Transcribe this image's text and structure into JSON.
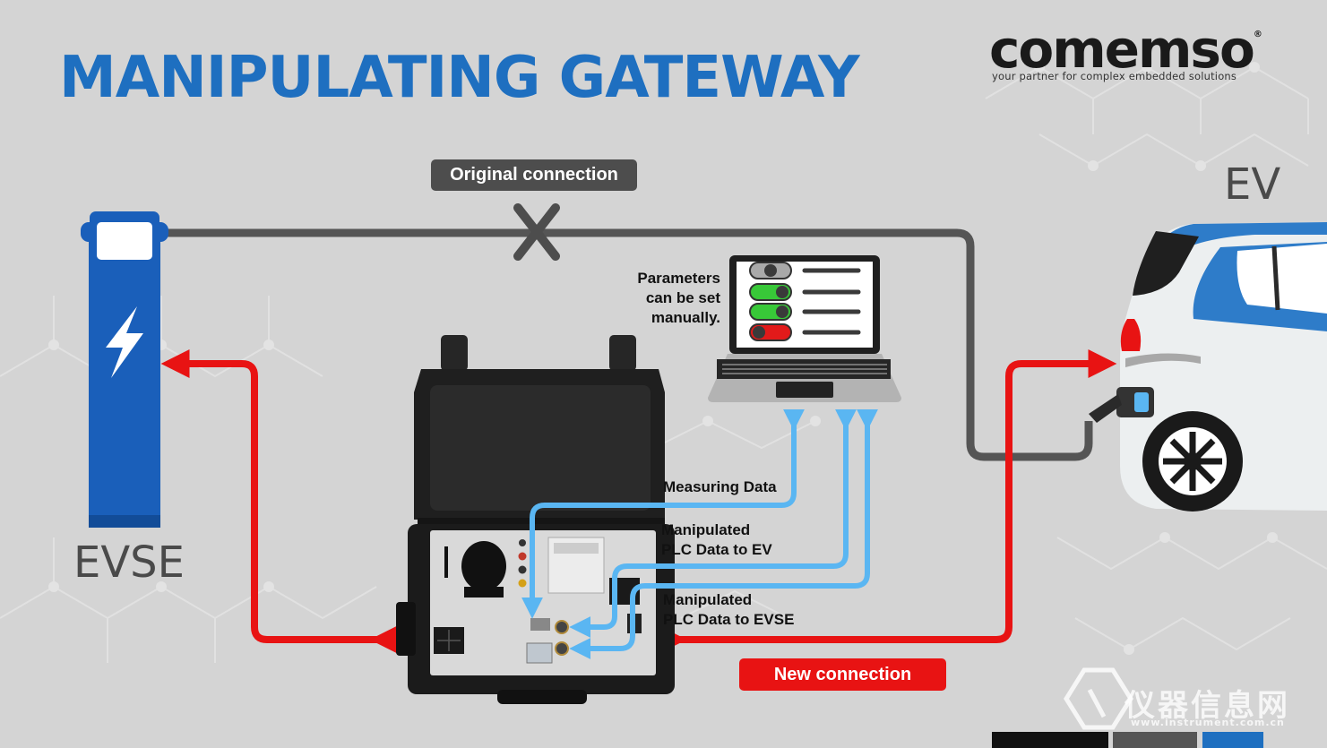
{
  "title": "MANIPULATING GATEWAY",
  "logo": {
    "name": "comemso",
    "tagline": "your partner for complex embedded solutions"
  },
  "labels": {
    "original_connection": "Original connection",
    "new_connection": "New connection",
    "evse": "EVSE",
    "ev": "EV",
    "parameters": [
      "Parameters",
      "can be set",
      "manually."
    ],
    "measuring_data": "Measuring Data",
    "plc_to_ev": [
      "Manipulated",
      "PLC Data to EV"
    ],
    "plc_to_evse": [
      "Manipulated",
      "PLC Data to EVSE"
    ]
  },
  "laptop_toggles": [
    {
      "state": "off",
      "color": "#a9a9a9"
    },
    {
      "state": "on",
      "color": "#38c838"
    },
    {
      "state": "on",
      "color": "#38c838"
    },
    {
      "state": "off",
      "color": "#e21a1a"
    }
  ],
  "watermark": {
    "text": "仪器信息网",
    "url": "www.instrument.com.cn"
  },
  "colors": {
    "title_blue": "#1e6fc0",
    "evse_blue": "#1a5fba",
    "connection_grey": "#555555",
    "new_connection_red": "#e81313",
    "data_blue": "#5ab6f2"
  },
  "icons": {
    "evse": "lightning-bolt-icon",
    "broken_link": "x-cross-icon",
    "gateway": "suitcase-gateway-device",
    "laptop": "laptop-icon",
    "vehicle": "electric-car-icon"
  }
}
